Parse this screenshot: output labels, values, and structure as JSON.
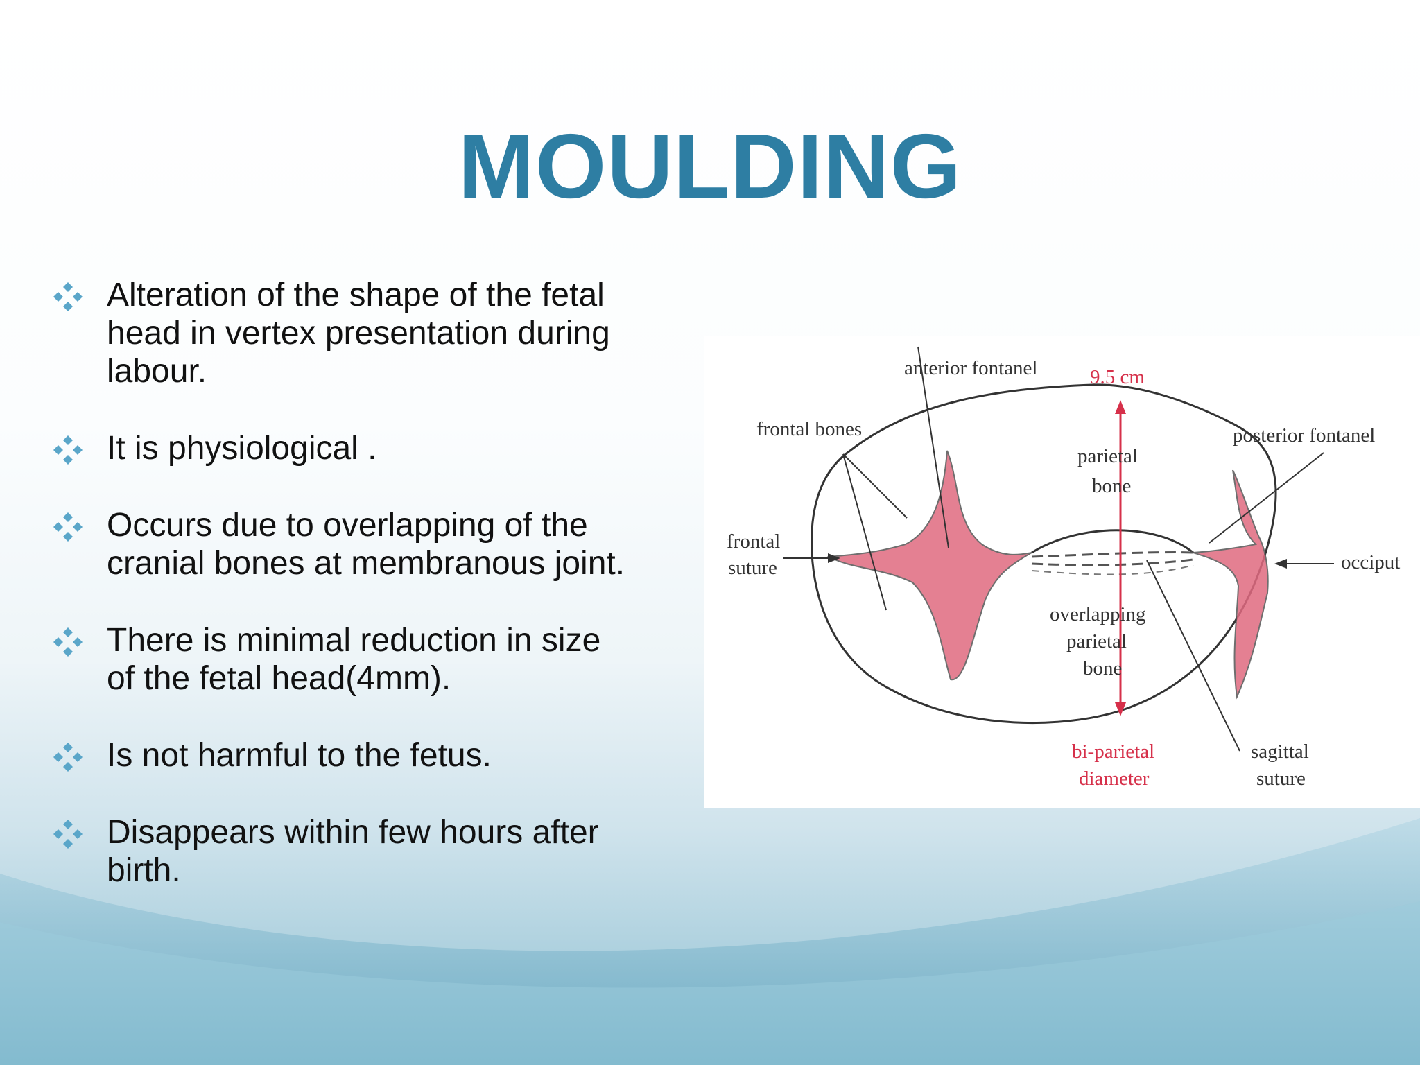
{
  "slide": {
    "title": "MOULDING",
    "bullets": [
      {
        "lines": [
          "Alteration of the shape of the fetal",
          "head in vertex presentation during",
          "labour."
        ]
      },
      {
        "lines": [
          "It is physiological ."
        ]
      },
      {
        "lines": [
          "Occurs due to overlapping of the",
          "cranial bones at membranous joint."
        ]
      },
      {
        "lines": [
          "There is minimal reduction in size",
          "of the fetal head(4mm)."
        ]
      },
      {
        "lines": [
          "Is not harmful to the fetus."
        ]
      },
      {
        "lines": [
          "Disappears within few hours after",
          "birth."
        ]
      }
    ],
    "bullet_icon": "four-diamond-bullet-icon"
  },
  "diagram": {
    "labels": {
      "anterior_fontanel": "anterior fontanel",
      "measure": "9.5 cm",
      "frontal_bones": "frontal bones",
      "posterior_fontanel": "posterior fontanel",
      "parietal_bone_1": "parietal",
      "parietal_bone_2": "bone",
      "frontal_suture_1": "frontal",
      "frontal_suture_2": "suture",
      "occiput": "occiput",
      "overlapping_1": "overlapping",
      "overlapping_2": "parietal",
      "overlapping_3": "bone",
      "biparietal_1": "bi-parietal",
      "biparietal_2": "diameter",
      "sagittal_1": "sagittal",
      "sagittal_2": "suture"
    }
  },
  "colors": {
    "title": "#2e7ea3",
    "bullet_icon": "#5aa6c9",
    "fontanel_fill": "#e06a80",
    "measure_red": "#d6304a"
  }
}
